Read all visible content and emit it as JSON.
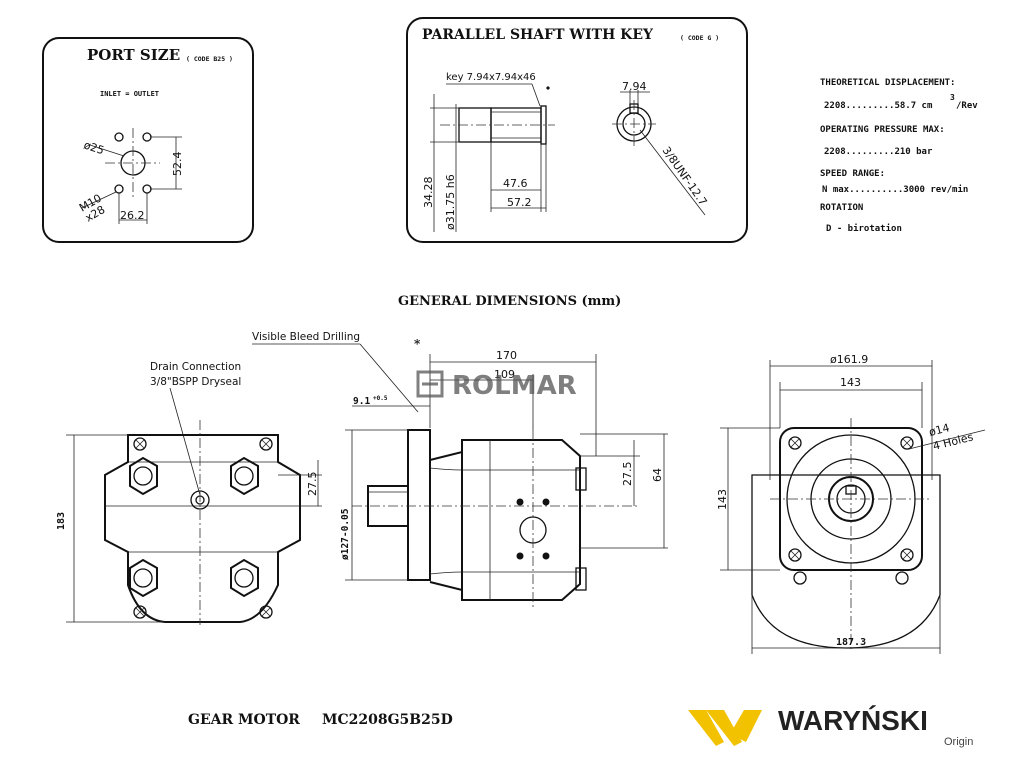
{
  "port_panel": {
    "title": "PORT SIZE",
    "code": "( CODE B25 )",
    "note": "INLET = OUTLET",
    "dims": {
      "bore": "ø25",
      "height": "52.4",
      "thread": "M10",
      "depth": "x28",
      "width": "26.2"
    }
  },
  "shaft_panel": {
    "title": "PARALLEL SHAFT WITH KEY",
    "code": "( CODE G )",
    "key": "key 7.94x7.94x46",
    "dims": {
      "d1": "34.28",
      "d2": "ø31.75 h6",
      "l1": "47.6",
      "l2": "57.2",
      "key_w": "7.94",
      "thread": "3/8UNF-12.7"
    }
  },
  "specs": {
    "disp_label": "THEORETICAL DISPLACEMENT:",
    "disp_value": "2208.........58.7  cm",
    "disp_sup": "3",
    "disp_unit": "/Rev",
    "press_label": "OPERATING PRESSURE MAX:",
    "press_value": "2208.........210 bar",
    "speed_label": "SPEED RANGE:",
    "speed_value": "N max..........3000 rev/min",
    "rot_label": "ROTATION",
    "rot_value": "D - birotation"
  },
  "general_title": "GENERAL DIMENSIONS (mm)",
  "front_view": {
    "drain1": "Drain Connection",
    "drain2": "3/8\"BSPP Dryseal",
    "h183": "183",
    "d275": "27.5"
  },
  "side_view": {
    "bleed": "Visible Bleed Drilling",
    "star": "*",
    "w170": "170",
    "w109": "109",
    "flange": "9.1",
    "flange_tol": "+0.5",
    "pilot": "ø127-0.05",
    "d275": "27.5",
    "d64": "64"
  },
  "flange_view": {
    "d1619": "ø161.9",
    "d143": "143",
    "holes1": "ø14",
    "holes2": "4 Holes",
    "h143": "143",
    "w1873": "187.3"
  },
  "watermark": "ROLMAR",
  "footer": {
    "product_label": "GEAR MOTOR",
    "model": "MC2208G5B25D",
    "brand": "WARYŃSKI",
    "brand_sub": "Origin",
    "brand_color": "#f2c200"
  }
}
